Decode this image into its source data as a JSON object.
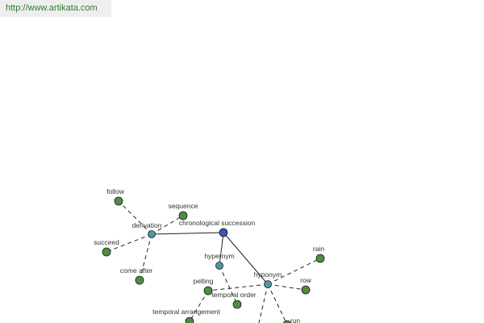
{
  "header": {
    "url": "http://www.artikata.com"
  },
  "graph": {
    "colors": {
      "center": "#3f51b5",
      "relation": "#4a9aa0",
      "word": "#4e8c42"
    },
    "nodes": [
      {
        "id": "chronological-succession",
        "label": "chronological succession",
        "kind": "center"
      },
      {
        "id": "derivation",
        "label": "derivation",
        "kind": "relation"
      },
      {
        "id": "hypernym",
        "label": "hypernym",
        "kind": "relation"
      },
      {
        "id": "hyponym",
        "label": "hyponym",
        "kind": "relation"
      },
      {
        "id": "follow",
        "label": "follow",
        "kind": "word"
      },
      {
        "id": "sequence",
        "label": "sequence",
        "kind": "word"
      },
      {
        "id": "succeed",
        "label": "succeed",
        "kind": "word"
      },
      {
        "id": "come-after",
        "label": "come after",
        "kind": "word"
      },
      {
        "id": "pelting",
        "label": "pelting",
        "kind": "word"
      },
      {
        "id": "temporal-order",
        "label": "temporal order",
        "kind": "word"
      },
      {
        "id": "temporal-arrangement",
        "label": "temporal arrangement",
        "kind": "word"
      },
      {
        "id": "rain",
        "label": "rain",
        "kind": "word"
      },
      {
        "id": "row",
        "label": "row",
        "kind": "word"
      },
      {
        "id": "run",
        "label": "run",
        "kind": "word"
      }
    ],
    "edges": [
      {
        "from": "chronological-succession",
        "to": "derivation",
        "style": "solid"
      },
      {
        "from": "chronological-succession",
        "to": "hypernym",
        "style": "solid"
      },
      {
        "from": "chronological-succession",
        "to": "hyponym",
        "style": "solid"
      },
      {
        "from": "derivation",
        "to": "follow",
        "style": "dashed"
      },
      {
        "from": "derivation",
        "to": "sequence",
        "style": "dashed"
      },
      {
        "from": "derivation",
        "to": "succeed",
        "style": "dashed"
      },
      {
        "from": "derivation",
        "to": "come-after",
        "style": "dashed"
      },
      {
        "from": "hypernym",
        "to": "temporal-order",
        "style": "dashed"
      },
      {
        "from": "hyponym",
        "to": "rain",
        "style": "dashed"
      },
      {
        "from": "hyponym",
        "to": "row",
        "style": "dashed"
      },
      {
        "from": "hyponym",
        "to": "pelting",
        "style": "dashed"
      },
      {
        "from": "hyponym",
        "to": "run",
        "style": "dashed"
      },
      {
        "from": "hyponym",
        "to": "offscreen",
        "style": "dashed"
      },
      {
        "from": "pelting",
        "to": "temporal-arrangement",
        "style": "dashed"
      }
    ]
  }
}
